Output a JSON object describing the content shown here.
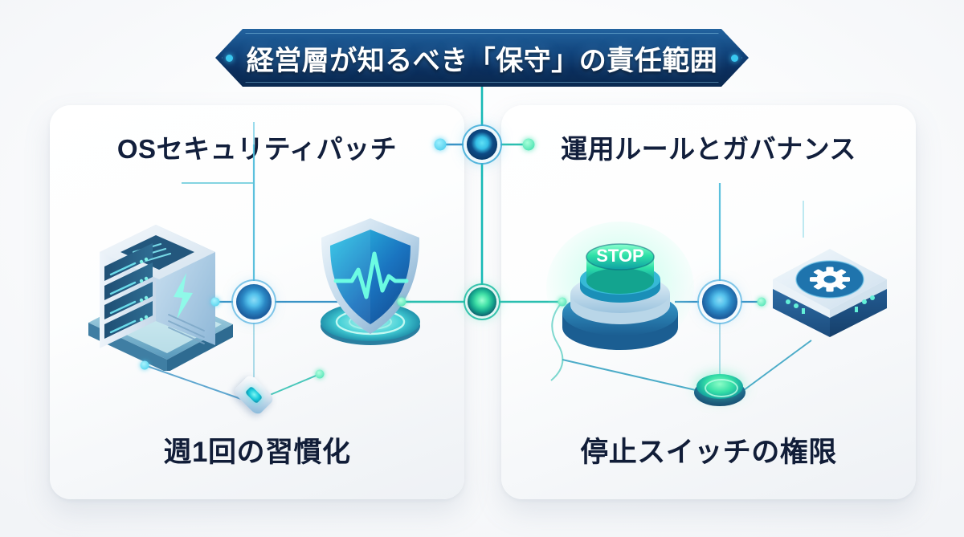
{
  "banner": {
    "title": "経営層が知るべき「保守」の責任範囲",
    "accent_color": "#0b2e5c",
    "border_color": "#7fc9ec",
    "dot_color": "#39c8f0"
  },
  "cards": [
    {
      "id": "os-security-patch",
      "title": "OSセキュリティパッチ",
      "footer": "週1回の習慣化",
      "icons": [
        {
          "name": "server-rack-icon",
          "label": "server"
        },
        {
          "name": "shield-pulse-icon",
          "label": "shield"
        },
        {
          "name": "chip-node-icon",
          "label": "chip"
        }
      ]
    },
    {
      "id": "operation-rules-governance",
      "title": "運用ルールとガバナンス",
      "footer": "停止スイッチの権限",
      "icons": [
        {
          "name": "stop-button-icon",
          "label": "STOP"
        },
        {
          "name": "gear-box-icon",
          "label": "gear"
        },
        {
          "name": "green-puck-node-icon",
          "label": "puck"
        }
      ]
    }
  ],
  "stop_button": {
    "label": "STOP"
  },
  "palette": {
    "background": "#f2f4f7",
    "card_background": "#ffffff",
    "title_text": "#121f3c",
    "footer_text": "#111d38",
    "wire_teal": "#2bbfb0",
    "wire_blue": "#3a93c6",
    "node_cyan": "#35bfe6",
    "node_green": "#44e3a8"
  }
}
